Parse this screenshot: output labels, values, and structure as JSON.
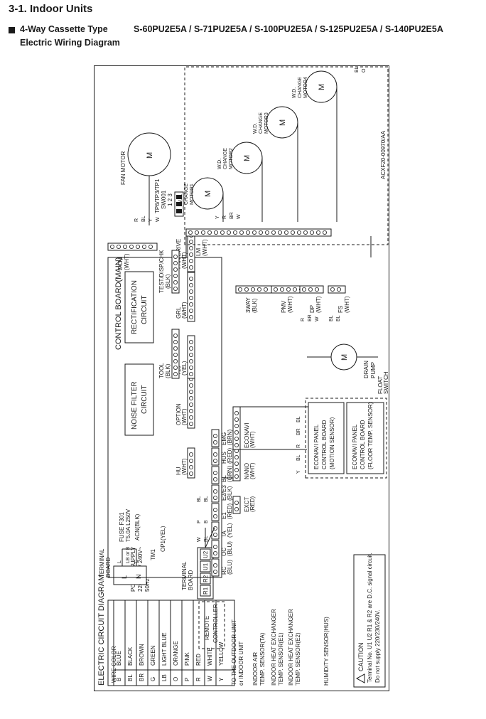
{
  "header": {
    "section_title": "3-1. Indoor Units",
    "unit_type": "4-Way Cassette Type",
    "models": "S-60PU2E5A / S-71PU2E5A / S-100PU2E5A / S-125PU2E5A / S-140PU2E5A",
    "subtitle": "Electric Wiring Diagram"
  },
  "diagram": {
    "doc_code": "ACXF20-00970/AA",
    "main_title": "ELECTRIC CIRCUIT DIAGRAM",
    "wire_color_table": {
      "header": "WIRE COLOR",
      "rows": [
        {
          "code": "B",
          "name": "BLUE"
        },
        {
          "code": "BL",
          "name": "BLACK"
        },
        {
          "code": "BR",
          "name": "BROWN"
        },
        {
          "code": "G",
          "name": "GREEN"
        },
        {
          "code": "LB",
          "name": "LIGHT BLUE"
        },
        {
          "code": "O",
          "name": "ORANGE"
        },
        {
          "code": "P",
          "name": "PINK"
        },
        {
          "code": "R",
          "name": "RED"
        },
        {
          "code": "W",
          "name": "WHITE"
        },
        {
          "code": "Y",
          "name": "YELLOW"
        }
      ]
    },
    "power_supply": {
      "label": "POWER SUPPLY",
      "voltage": "220 / 230 / 240V~",
      "freq": "50Hz"
    },
    "terminal_board": {
      "label1": "TERMINAL",
      "label2": "BOARD",
      "pins": [
        "L",
        "N"
      ]
    },
    "terminal_board2": {
      "label1": "TERMINAL",
      "label2": "BOARD",
      "pins": [
        "R1",
        "R2",
        "U1",
        "U2"
      ]
    },
    "remote_controller": {
      "line1": "REMOTE",
      "line2": "CONTROLLER"
    },
    "outdoor_unit": {
      "line1": "TO THE OUTDOOR UNIT",
      "line2": "or INDOOR UNIT"
    },
    "sensors": [
      {
        "line1": "INDOOR AIR",
        "line2": "TEMP. SENSOR(TA)"
      },
      {
        "line1": "INDOOR HEAT EXCHANGER",
        "line2": "TEMP. SENSOR(E1)"
      },
      {
        "line1": "INDOOR HEAT EXCHANGER",
        "line2": "TEMP. SENSOR(E2)"
      },
      {
        "line1": "HUMIDITY SENSOR(HUS)",
        "line2": ""
      }
    ],
    "caution": {
      "title": "CAUTION",
      "line1": "Terminal No. U1 U2 R1 & R2 are D.C. signal circuit.",
      "line2": "Do not supply 220/230/240V."
    },
    "control_board": {
      "label": "CONTROL BOARD(MAIN)",
      "rectification": [
        "RECTIFICATION",
        "CIRCUIT"
      ],
      "noise_filter": [
        "NOISE FILTER",
        "CIRCUIT"
      ],
      "fuse": [
        "FUSE F301",
        "T5.0A L250V"
      ],
      "acn": "ACN(BLK)",
      "tm1": "TM1",
      "op1": "OP1(YEL)",
      "tool": [
        "TOOL",
        "(BLK)"
      ],
      "test": [
        "TEST/DISP/CHK",
        "(BLK)"
      ],
      "sw": [
        "TP6/TP3/TP1",
        "SW001",
        "1 2 3"
      ]
    },
    "connectors_inner": [
      {
        "name": "HU",
        "color": "(WHT)"
      },
      {
        "name": "OPTION",
        "color": "(WHT)"
      },
      {
        "name": "T10",
        "color": "(YEL)"
      },
      {
        "name": "GRL",
        "color": "(WHT)"
      },
      {
        "name": "FAN DRIVE",
        "color": "(WHT)"
      }
    ],
    "connectors_bottom": [
      {
        "name": "RC",
        "color": "(BLU)"
      },
      {
        "name": "OC",
        "color": "(BLU)"
      },
      {
        "name": "TA",
        "color": "(YEL)"
      },
      {
        "name": "E1",
        "color": "(RED)"
      },
      {
        "name": "E2/E3",
        "color": "(BLK)"
      },
      {
        "name": "BL",
        "color": "(GRN)"
      },
      {
        "name": "HUS",
        "color": "(RED)"
      },
      {
        "name": "EMG",
        "color": "(BRN)"
      }
    ],
    "connectors_mid": [
      {
        "name": "EXCT",
        "color": "(RED)"
      },
      {
        "name": "NANO",
        "color": "(WHT)"
      },
      {
        "name": "ECONAVI",
        "color": "(WHT)"
      }
    ],
    "connectors_top": [
      {
        "name": "DCM",
        "color": "(WHT)"
      },
      {
        "name": "LM",
        "color": "(WHT)"
      },
      {
        "name": "3WAY",
        "color": "(BLK)"
      },
      {
        "name": "PMV",
        "color": "(WHT)"
      },
      {
        "name": "DP",
        "color": "(WHT)"
      },
      {
        "name": "FS",
        "color": "(WHT)"
      }
    ],
    "fan_motor": "FAN MOTOR",
    "motors": [
      {
        "line1": "W.D.",
        "line2": "CHANGE",
        "line3": "MOTOR1"
      },
      {
        "line1": "W.D.",
        "line2": "CHANGE",
        "line3": "MOTOR2"
      },
      {
        "line1": "W.D.",
        "line2": "CHANGE",
        "line3": "MOTOR3"
      },
      {
        "line1": "W.D.",
        "line2": "CHANGE",
        "line3": "MOTOR4"
      }
    ],
    "drain_pump": [
      "DRAIN",
      "PUMP"
    ],
    "float_switch": [
      "FLOAT",
      "SWITCH"
    ],
    "econavi_motion": [
      "ECONAVI PANEL",
      "CONTROL BOARD",
      "(MOTION SENSOR)"
    ],
    "econavi_floor": [
      "ECONAVI PANEL",
      "CONTROL BOARD",
      "(FLOOR TEMP. SENSOR)"
    ],
    "motor_symbol": "M",
    "wire_labels": {
      "fan": [
        "R",
        "BL",
        "Y",
        "W"
      ],
      "lm_motor": [
        "Y",
        "R",
        "BR",
        "W"
      ],
      "tb_power": [
        "L",
        "LB or B",
        "G"
      ],
      "rc": [
        "W",
        "BL"
      ],
      "oc": [
        "P",
        "B"
      ],
      "sensor": [
        "BL",
        "BL"
      ],
      "dp": [
        "R",
        "BR",
        "W"
      ],
      "fs": [
        "BL",
        "BL"
      ],
      "pump": [
        "BL",
        "O"
      ],
      "econavi": [
        "Y",
        "BL",
        "R",
        "BR",
        "BL"
      ]
    }
  }
}
